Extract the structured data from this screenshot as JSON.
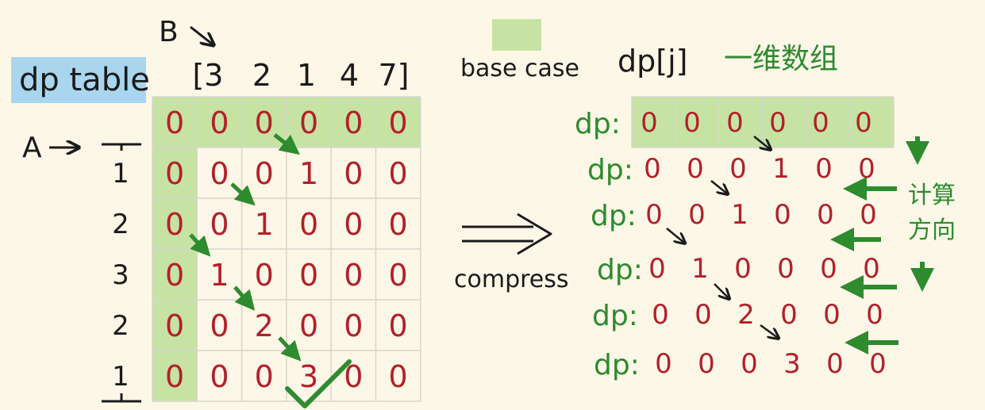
{
  "labels": {
    "dp_table": "dp table",
    "b_label": "B",
    "a_label": "A",
    "base_case": "base case",
    "dp_j": "dp[j]",
    "one_dim": "一维数组",
    "compress": "compress",
    "calc": "计算",
    "direction": "方向",
    "dp_prefix": "dp:"
  },
  "array_b": [
    "[3",
    "2",
    "1",
    "4",
    "7]"
  ],
  "array_a": [
    "1",
    "2",
    "3",
    "2",
    "1"
  ],
  "dp_table": [
    [
      "0",
      "0",
      "0",
      "0",
      "0",
      "0"
    ],
    [
      "0",
      "0",
      "0",
      "1",
      "0",
      "0"
    ],
    [
      "0",
      "0",
      "1",
      "0",
      "0",
      "0"
    ],
    [
      "0",
      "1",
      "0",
      "0",
      "0",
      "0"
    ],
    [
      "0",
      "0",
      "2",
      "0",
      "0",
      "0"
    ],
    [
      "0",
      "0",
      "0",
      "3",
      "0",
      "0"
    ]
  ],
  "compressed_rows": [
    [
      "0",
      "0",
      "0",
      "0",
      "0",
      "0"
    ],
    [
      "0",
      "0",
      "0",
      "1",
      "0",
      "0"
    ],
    [
      "0",
      "0",
      "1",
      "0",
      "0",
      "0"
    ],
    [
      "0",
      "1",
      "0",
      "0",
      "0",
      "0"
    ],
    [
      "0",
      "0",
      "2",
      "0",
      "0",
      "0"
    ],
    [
      "0",
      "0",
      "0",
      "3",
      "0",
      "0"
    ]
  ],
  "colors": {
    "background": "#fdf7e8",
    "highlight_green": "#c6e3a4",
    "highlight_blue": "#a9d6ee",
    "ink_red": "#b3202a",
    "ink_green": "#2e8b2e",
    "ink_dark": "#1b1b1b"
  }
}
